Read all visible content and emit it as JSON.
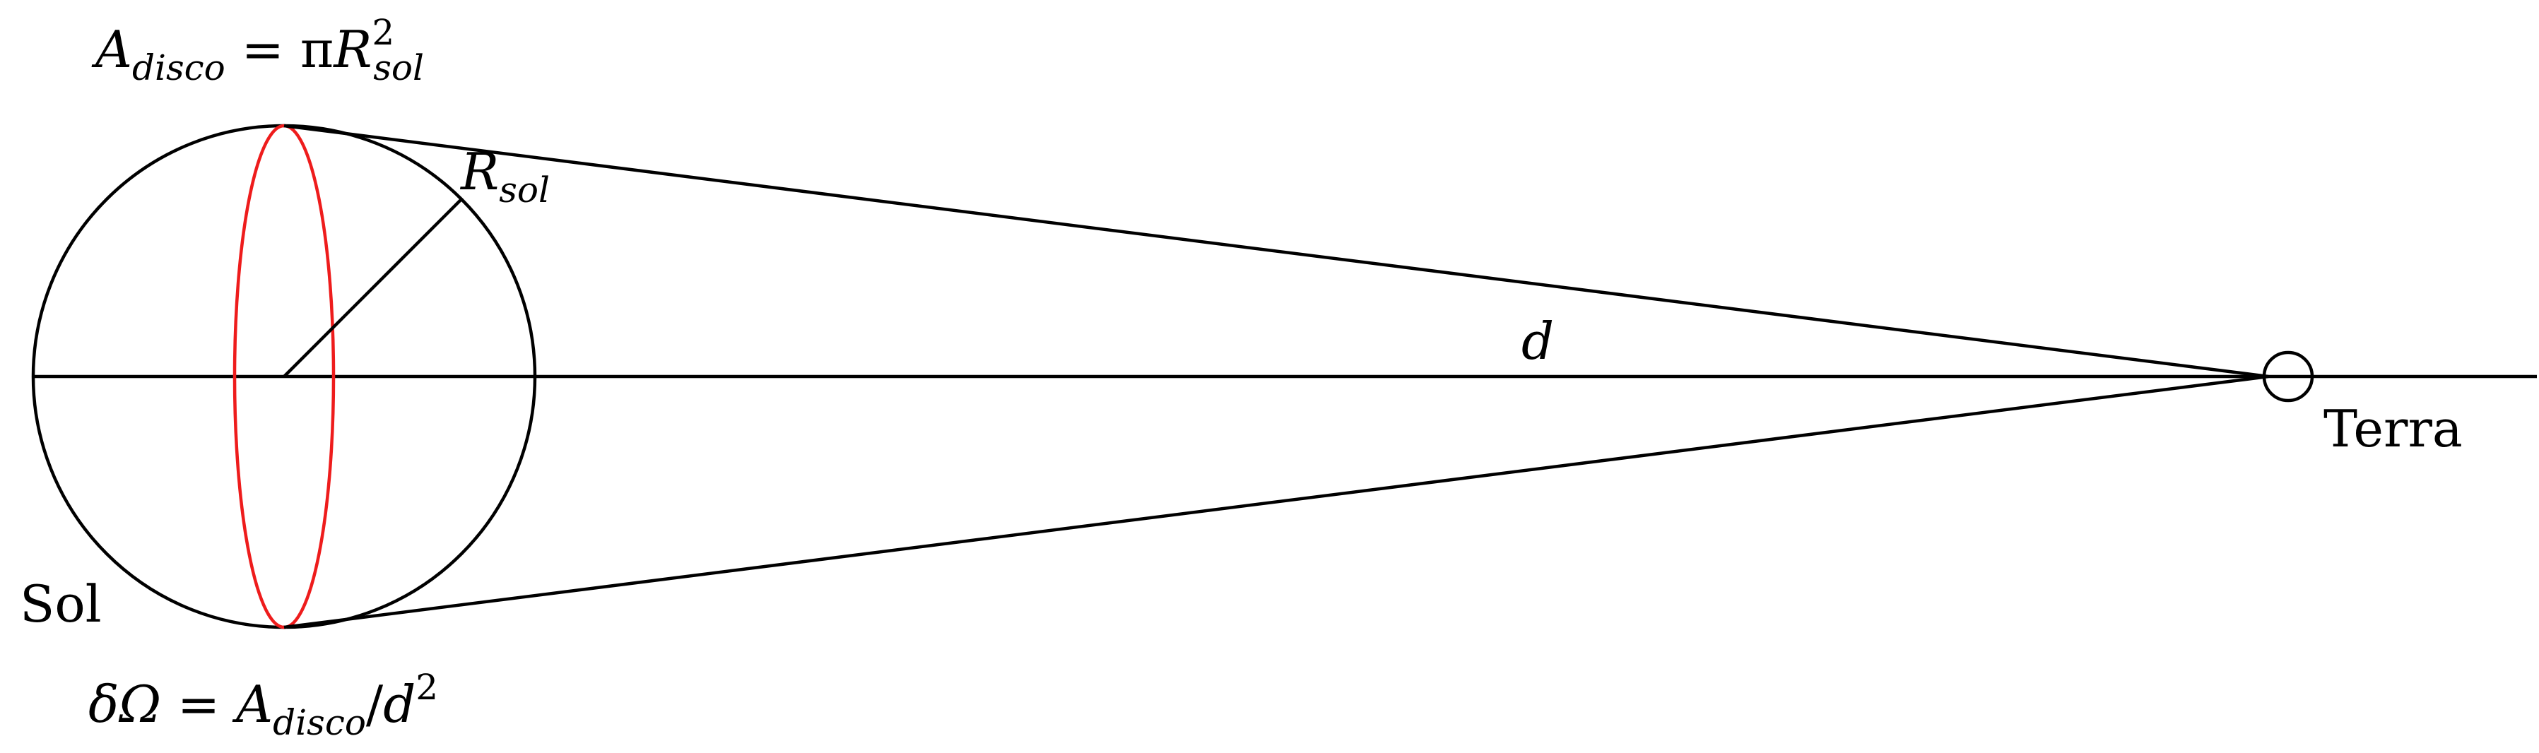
{
  "labels": {
    "area_formula": {
      "A": "A",
      "disco": "disco",
      "eq": " = π",
      "R": "R",
      "sup2": "2",
      "sol": "sol"
    },
    "radius": {
      "R": "R",
      "sol": "sol"
    },
    "distance": "d",
    "earth": "Terra",
    "sun": "Sol",
    "solid_angle": {
      "delta_omega": "δΩ",
      "eq": " = ",
      "A": "A",
      "disco": "disco",
      "slash": "/",
      "d": "d",
      "sup2": "2"
    }
  },
  "colors": {
    "lines": "#000000",
    "disk": "#ee1c1c",
    "background": "#ffffff"
  }
}
